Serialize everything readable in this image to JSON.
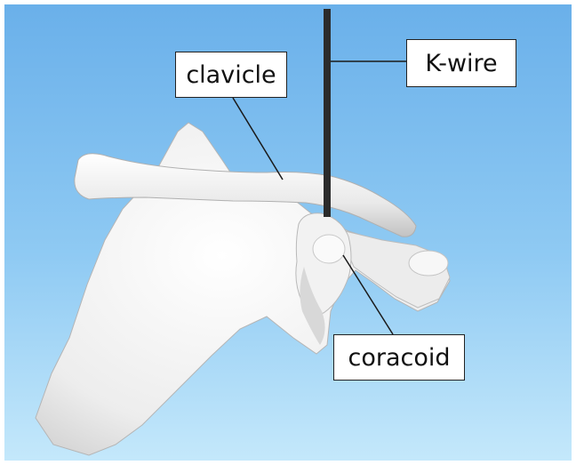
{
  "labels": {
    "clavicle": "clavicle",
    "kwire": "K-wire",
    "coracoid": "coracoid"
  },
  "colors": {
    "background_top": "#6fb3ea",
    "background_bottom": "#bfe6fb",
    "bone": "#f1f1f1",
    "bone_shadow": "#c9c9c9",
    "wire": "#2b2b2b",
    "leader": "#1a1a1a"
  }
}
